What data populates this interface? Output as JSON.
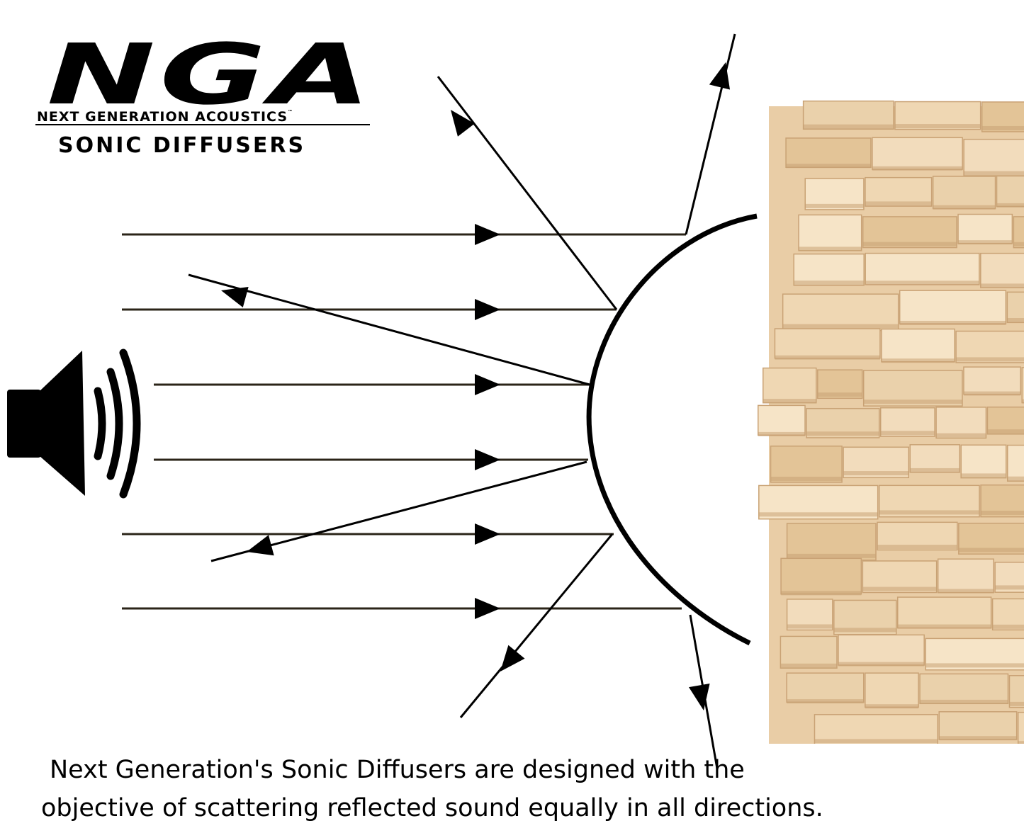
{
  "logo": {
    "mark": "NGA",
    "tagline": "NEXT GENERATION ACOUSTICS",
    "trademark": "™",
    "product": "SONIC DIFFUSERS"
  },
  "caption": {
    "line1": "Next Generation's Sonic Diffusers are designed with the",
    "line2": "objective of scattering reflected sound equally in all directions."
  },
  "icons": [
    "speaker-icon",
    "sound-waves-icon",
    "wooden-diffuser-panel"
  ],
  "colors": {
    "ink": "#000000",
    "wood_light": "#f2dcbc",
    "wood_mid": "#e6c79d",
    "wood_dark": "#c9a275",
    "line_tint": "#2b2418"
  }
}
